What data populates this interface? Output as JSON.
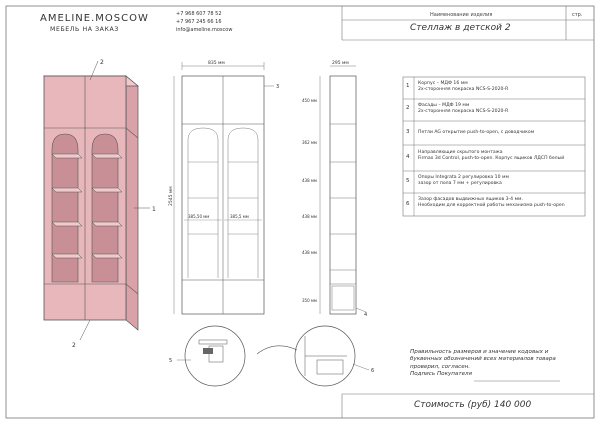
{
  "header": {
    "brand": "AMELINE.MOSCOW",
    "brand_sub": "МЕБЕЛЬ НА ЗАКАЗ",
    "phone1": "+7 968 607 78 52",
    "phone2": "+7 967 245 66 16",
    "email": "info@ameline.moscow",
    "title_heading": "Наименование изделия",
    "page_label": "стр.",
    "title": "Стеллаж в детской 2"
  },
  "callouts": {
    "left_top": "2",
    "left_side": "1",
    "left_bottom": "2",
    "front_right": "3",
    "side_bottom": "4",
    "detail_left": "5",
    "detail_right": "6"
  },
  "dimensions": {
    "front_width": "835 мм",
    "side_depth": "295 мм",
    "total_height": "2545 мм",
    "inner_left": "385,50 мм",
    "inner_right": "385,5 мм",
    "side_levels": [
      "450 мм",
      "362 мм",
      "438 мм",
      "438 мм",
      "438 мм",
      "350 мм"
    ]
  },
  "spec": [
    {
      "n": "1",
      "text": "Корпус – МДФ 16 мм\n2х-сторонняя покраска NCS-S-2020-R"
    },
    {
      "n": "2",
      "text": "Фасады – МДФ 19 мм\n2х-сторонняя покраска NCS-S-2020-R"
    },
    {
      "n": "3",
      "text": "Петли AG открытие push-to-open, с доводчиком"
    },
    {
      "n": "4",
      "text": "Направляющие скрытого монтажа\nFirmax 3d Control, push-to-open. Корпус ящиков ЛДСП белый"
    },
    {
      "n": "5",
      "text": "Опоры Integrata 2 регулировка 10 мм\nзазор от пола 7 мм + регулировка"
    },
    {
      "n": "6",
      "text": "Зазор фасадов выдвижных ящиков 3-4 мм.\nНеобходим для корректной работы механизма push-to-open"
    }
  ],
  "note": "Правильность размеров и значение кодовых и буквенных обозначений всех материалов товара проверил, согласен.\nПодпись Покупателя",
  "cost": "Стоимость (руб) 140 000",
  "colors": {
    "body_pink": "#e8b7bc",
    "body_pink_dark": "#c98f96",
    "line": "#555555",
    "frame": "#777777"
  }
}
